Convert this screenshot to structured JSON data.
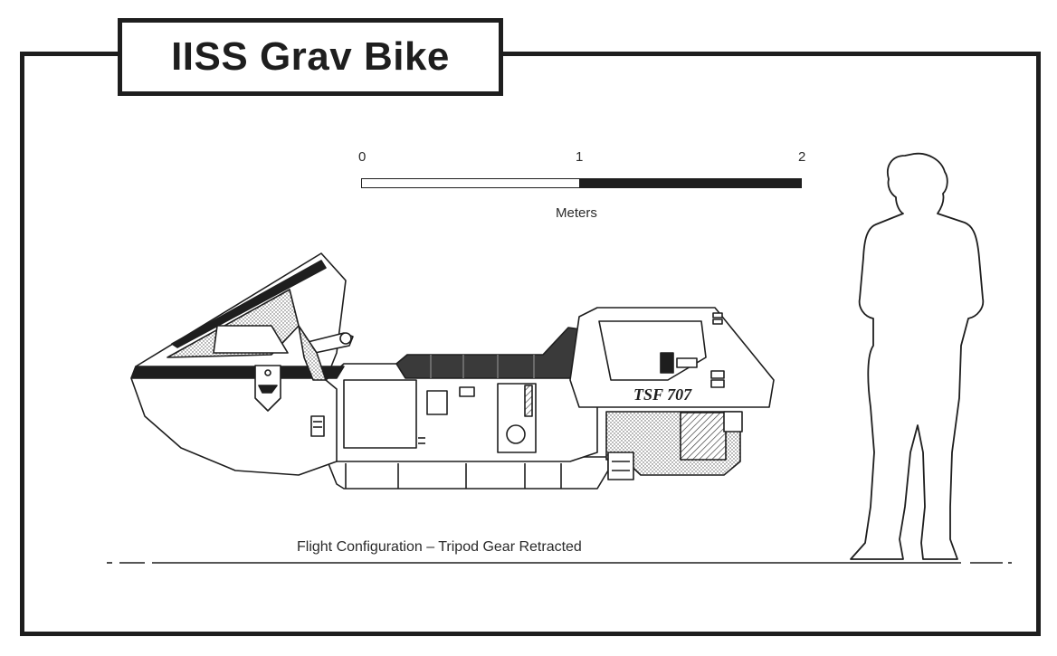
{
  "title": "IISS Grav Bike",
  "scale": {
    "ticks": [
      "0",
      "1",
      "2"
    ],
    "unit_label": "Meters"
  },
  "caption": "Flight Configuration – Tripod Gear Retracted",
  "bike": {
    "registration_text": "TSF 707"
  },
  "colors": {
    "ink": "#1e1e1e",
    "paper": "#ffffff",
    "shade": "#8a8a8a",
    "light_shade": "#c8c8c8"
  }
}
